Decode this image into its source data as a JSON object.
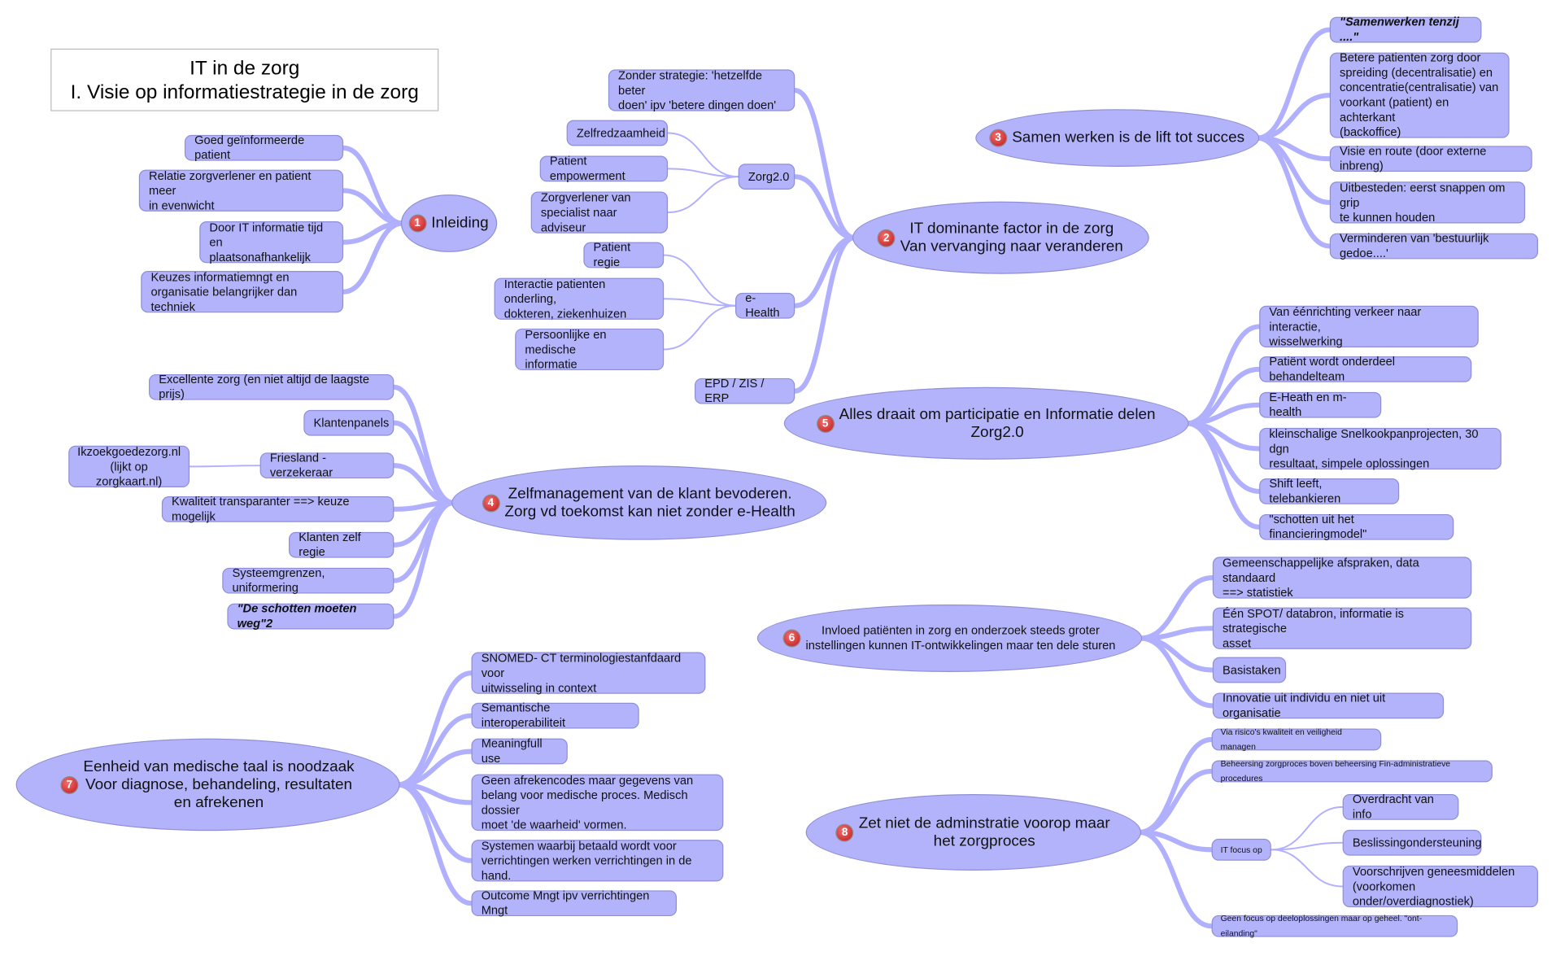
{
  "title": {
    "line1": "IT in de zorg",
    "line2": "I. Visie op informatiestrategie in de zorg"
  },
  "colors": {
    "node": "#b3b3fc",
    "link": "#b0b0ff",
    "badge": "#c01818"
  },
  "topics": [
    {
      "badge": "1",
      "label": "Inleiding",
      "children": [
        {
          "label": "Goed geïnformeerde patient"
        },
        {
          "label": "Relatie zorgverlener en patient meer\nin evenwicht"
        },
        {
          "label": "Door IT informatie tijd en\nplaatsonafhankelijk"
        },
        {
          "label": "Keuzes informatiemngt en\norganisatie belangrijker dan techniek"
        }
      ]
    },
    {
      "badge": "2",
      "label": "IT dominante factor in de zorg\nVan vervanging naar veranderen",
      "children": [
        {
          "label": "Zonder strategie: 'hetzelfde beter\ndoen' ipv 'betere dingen doen'"
        },
        {
          "label": "Zorg2.0",
          "children": [
            {
              "label": "Zelfredzaamheid"
            },
            {
              "label": "Patient empowerment"
            },
            {
              "label": "Zorgverlener van\nspecialist naar adviseur"
            }
          ]
        },
        {
          "label": "e-Health",
          "children": [
            {
              "label": "Patient regie"
            },
            {
              "label": "Interactie patienten onderling,\ndokteren, ziekenhuizen"
            },
            {
              "label": "Persoonlijke en medische\ninformatie"
            }
          ]
        },
        {
          "label": "EPD / ZIS / ERP"
        }
      ]
    },
    {
      "badge": "3",
      "label": "Samen werken is de lift tot succes",
      "children": [
        {
          "label": "\"Samenwerken tenzij ....\""
        },
        {
          "label": "Betere patienten zorg door\nspreiding (decentralisatie) en\nconcentratie(centralisatie) van\nvoorkant (patient) en achterkant\n(backoffice)"
        },
        {
          "label": "Visie en route (door externe inbreng)"
        },
        {
          "label": "Uitbesteden: eerst snappen om grip\nte kunnen houden"
        },
        {
          "label": "Verminderen van 'bestuurlijk gedoe....'"
        }
      ]
    },
    {
      "badge": "4",
      "label": "Zelfmanagement van de klant bevoderen.\nZorg vd toekomst kan niet zonder e-Health",
      "children": [
        {
          "label": "Excellente zorg (en niet altijd de laagste prijs)"
        },
        {
          "label": "Klantenpanels"
        },
        {
          "label": "Friesland - verzekeraar",
          "children": [
            {
              "label": "Ikzoekgoedezorg.nl\n(lijkt op zorgkaart.nl)"
            }
          ]
        },
        {
          "label": "Kwaliteit transparanter ==> keuze mogelijk"
        },
        {
          "label": "Klanten zelf regie"
        },
        {
          "label": "Systeemgrenzen, uniformering"
        },
        {
          "label": "\"De schotten moeten weg\"2"
        }
      ]
    },
    {
      "badge": "5",
      "label": "Alles draait om participatie en Informatie delen\nZorg2.0",
      "children": [
        {
          "label": "Van éénrichting verkeer naar interactie,\nwisselwerking"
        },
        {
          "label": "Patiënt wordt onderdeel behandelteam"
        },
        {
          "label": "E-Heath en m-health"
        },
        {
          "label": "kleinschalige Snelkookpanprojecten, 30 dgn\nresultaat, simpele oplossingen"
        },
        {
          "label": "Shift leeft, telebankieren"
        },
        {
          "label": "\"schotten uit het financieringmodel\""
        }
      ]
    },
    {
      "badge": "6",
      "label": "Invloed patiënten in zorg en onderzoek steeds groter\ninstellingen kunnen IT-ontwikkelingen maar ten dele sturen",
      "children": [
        {
          "label": "Gemeenschappelijke afspraken, data standaard\n==> statistiek"
        },
        {
          "label": "Één SPOT/ databron, informatie is strategische\nasset"
        },
        {
          "label": "Basistaken"
        },
        {
          "label": "Innovatie uit individu en niet uit organisatie"
        }
      ]
    },
    {
      "badge": "7",
      "label": "Eenheid van medische taal is noodzaak\nVoor diagnose, behandeling, resultaten\nen afrekenen",
      "children": [
        {
          "label": "SNOMED- CT terminologiestanfdaard voor\nuitwisseling in context"
        },
        {
          "label": "Semantische interoperabiliteit"
        },
        {
          "label": "Meaningfull use"
        },
        {
          "label": "Geen afrekencodes maar gegevens van\nbelang voor medische proces. Medisch dossier\nmoet 'de waarheid' vormen."
        },
        {
          "label": "Systemen waarbij betaald wordt voor\nverrichtingen werken verrichtingen in de hand."
        },
        {
          "label": "Outcome Mngt ipv verrichtingen Mngt"
        }
      ]
    },
    {
      "badge": "8",
      "label": "Zet niet de adminstratie voorop maar\nhet zorgproces",
      "children": [
        {
          "label": "Via risico's kwaliteit en veiligheid managen"
        },
        {
          "label": "Beheersing zorgproces boven beheersing Fin-administratieve procedures"
        },
        {
          "label": "IT focus op",
          "children": [
            {
              "label": "Overdracht van info"
            },
            {
              "label": "Beslissingondersteuning"
            },
            {
              "label": "Voorschrijven geneesmiddelen\n(voorkomen onder/overdiagnostiek)"
            }
          ]
        },
        {
          "label": "Geen focus op deeloplossingen maar op geheel. \"ont-eilanding\""
        }
      ]
    }
  ]
}
